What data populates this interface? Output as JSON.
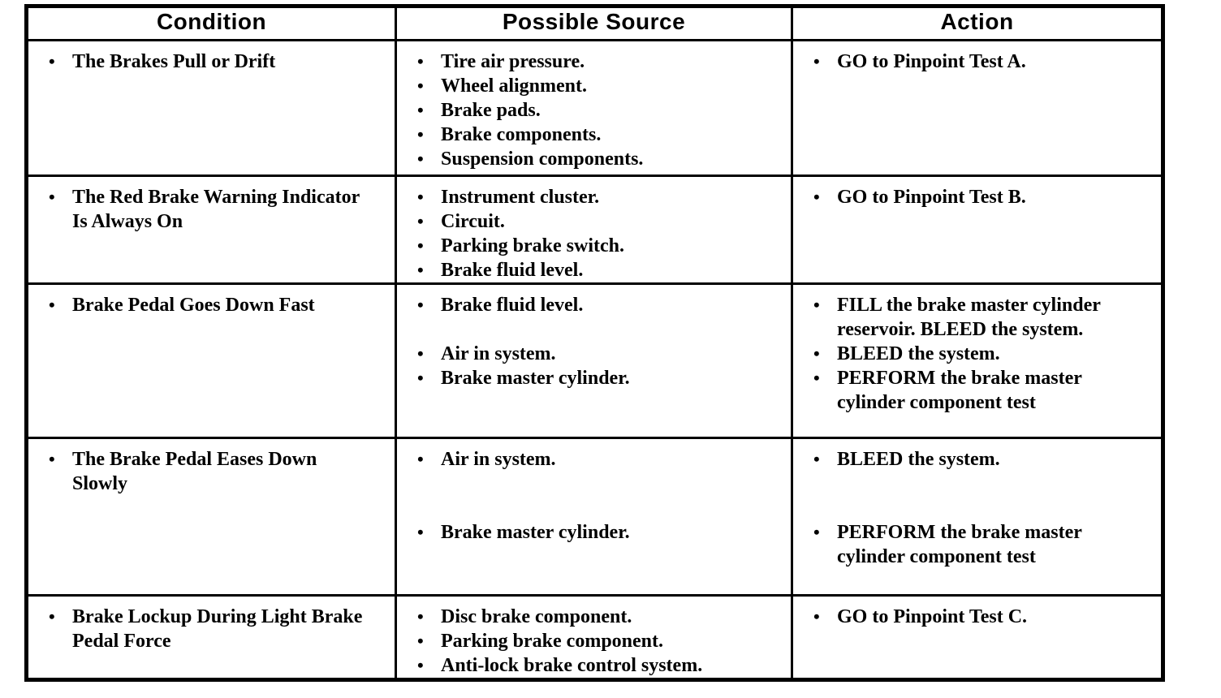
{
  "page": {
    "background": "#ffffff",
    "text_color": "#000000",
    "border_color": "#000000"
  },
  "table": {
    "headers": [
      "Condition",
      "Possible Source",
      "Action"
    ],
    "rows": [
      {
        "condition": [
          {
            "text": "The Brakes Pull or Drift",
            "gap": 0
          }
        ],
        "source": [
          {
            "text": "Tire air pressure.",
            "gap": 0
          },
          {
            "text": "Wheel alignment.",
            "gap": 0
          },
          {
            "text": "Brake pads.",
            "gap": 0
          },
          {
            "text": "Brake components.",
            "gap": 0
          },
          {
            "text": "Suspension components.",
            "gap": 0
          }
        ],
        "action": [
          {
            "text": "GO to Pinpoint Test A.",
            "gap": 0
          }
        ]
      },
      {
        "condition": [
          {
            "text": "The Red Brake Warning Indicator Is Always On",
            "gap": 0
          }
        ],
        "source": [
          {
            "text": "Instrument cluster.",
            "gap": 0
          },
          {
            "text": "Circuit.",
            "gap": 0
          },
          {
            "text": "Parking brake switch.",
            "gap": 0
          },
          {
            "text": "Brake fluid level.",
            "gap": 0
          }
        ],
        "action": [
          {
            "text": "GO to Pinpoint Test B.",
            "gap": 0
          }
        ]
      },
      {
        "condition": [
          {
            "text": "Brake Pedal Goes Down Fast",
            "gap": 0
          }
        ],
        "source": [
          {
            "text": "Brake fluid level.",
            "gap": 0
          },
          {
            "text": "Air in system.",
            "gap": 1
          },
          {
            "text": "Brake master cylinder.",
            "gap": 0
          }
        ],
        "action": [
          {
            "text": "FILL the brake master cylinder reservoir. BLEED the system.",
            "gap": 0
          },
          {
            "text": "BLEED the system.",
            "gap": 0
          },
          {
            "text": "PERFORM the brake master cylinder component test",
            "gap": 0
          }
        ]
      },
      {
        "condition": [
          {
            "text": "The Brake Pedal Eases Down Slowly",
            "gap": 0
          }
        ],
        "source": [
          {
            "text": "Air in system.",
            "gap": 0
          },
          {
            "text": "Brake master cylinder.",
            "gap": 2
          }
        ],
        "action": [
          {
            "text": "BLEED the system.",
            "gap": 0
          },
          {
            "text": "PERFORM the brake master cylinder component test",
            "gap": 2
          }
        ]
      },
      {
        "condition": [
          {
            "text": "Brake Lockup During Light Brake Pedal Force",
            "gap": 0
          }
        ],
        "source": [
          {
            "text": "Disc brake component.",
            "gap": 0
          },
          {
            "text": "Parking brake component.",
            "gap": 0
          },
          {
            "text": "Anti-lock brake control system.",
            "gap": 0
          }
        ],
        "action": [
          {
            "text": "GO to Pinpoint Test C.",
            "gap": 0
          }
        ]
      }
    ],
    "bullet_glyph": "•"
  }
}
